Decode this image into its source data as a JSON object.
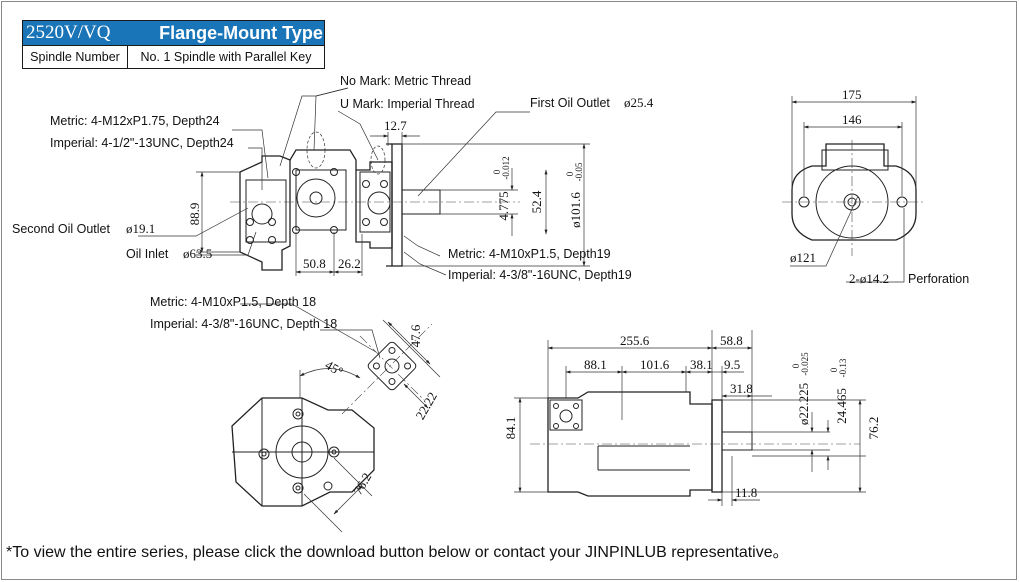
{
  "header": {
    "model": "2520V/VQ",
    "type": "Flange-Mount Type",
    "spindle_label": "Spindle Number",
    "spindle_value": "No. 1 Spindle with Parallel Key"
  },
  "top_view": {
    "no_mark": "No Mark: Metric Thread",
    "u_mark": "U Mark: Imperial Thread",
    "metric_inlet_thread": "Metric: 4-M12xP1.75, Depth24",
    "imperial_inlet_thread": "Imperial: 4-1/2\"-13UNC, Depth24",
    "first_outlet_label": "First Oil Outlet",
    "first_outlet_dim": "ø25.4",
    "second_outlet_label": "Second Oil Outlet",
    "second_outlet_dim": "ø19.1",
    "inlet_label": "Oil Inlet",
    "inlet_dim": "ø63.5",
    "metric_outlet_thread": "Metric: 4-M10xP1.5, Depth19",
    "imperial_outlet_thread": "Imperial: 4-3/8\"-16UNC, Depth19",
    "dims": {
      "d_12_7": "12.7",
      "d_88_9": "88.9",
      "d_50_8": "50.8",
      "d_26_2": "26.2",
      "d_4_775": "4.775",
      "d_4_775_tol_up": "0",
      "d_4_775_tol_dn": "-0.012",
      "d_52_4": "52.4",
      "d_101_6": "ø101.6",
      "d_101_6_tol_up": "0",
      "d_101_6_tol_dn": "-0.05"
    }
  },
  "front_view": {
    "dims": {
      "d_175": "175",
      "d_146": "146",
      "d_121": "ø121",
      "d_holes": "2-ø14.2"
    },
    "perforation": "Perforation"
  },
  "bottom_left_view": {
    "metric_thread": "Metric: 4-M10xP1.5, Depth 18",
    "imperial_thread": "Imperial: 4-3/8\"-16UNC, Depth 18",
    "dims": {
      "d_47_6": "47.6",
      "d_22_22": "22.22",
      "d_45": "45°",
      "d_76_2": "76.2"
    }
  },
  "side_view": {
    "dims": {
      "d_255_6": "255.6",
      "d_58_8": "58.8",
      "d_88_1": "88.1",
      "d_101_6": "101.6",
      "d_38_1": "38.1",
      "d_9_5": "9.5",
      "d_31_8": "31.8",
      "d_84_1": "84.1",
      "d_22_225": "ø22.225",
      "d_22_225_tol_up": "0",
      "d_22_225_tol_dn": "-0.025",
      "d_24_465": "24.465",
      "d_24_465_tol_up": "0",
      "d_24_465_tol_dn": "-0.13",
      "d_76_2": "76.2",
      "d_11_8": "11.8"
    }
  },
  "footer": {
    "note": "*To view the entire series, please click the download button below or contact your JINPINLUB representative。"
  }
}
